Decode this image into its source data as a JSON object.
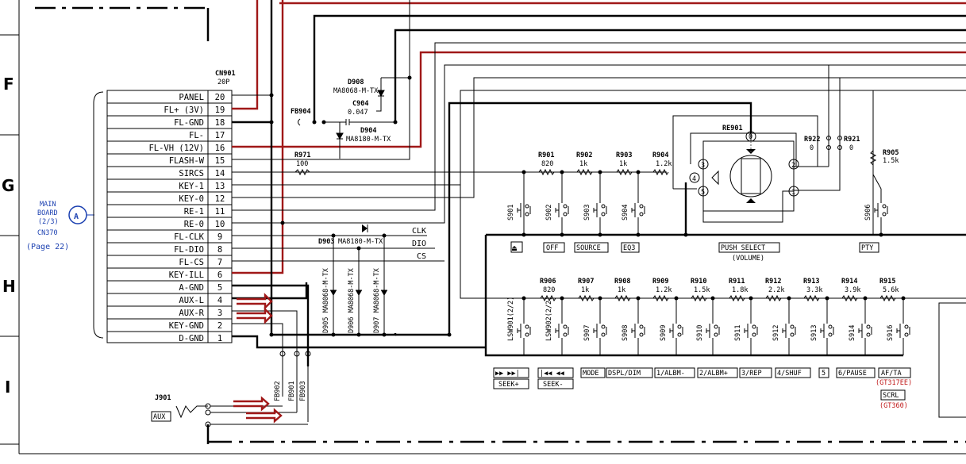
{
  "zones": [
    "F",
    "G",
    "H",
    "I"
  ],
  "connector": {
    "ref": "CN901",
    "type": "20P",
    "pins": [
      {
        "no": "20",
        "name": "PANEL"
      },
      {
        "no": "19",
        "name": "FL+ (3V)"
      },
      {
        "no": "18",
        "name": "FL-GND"
      },
      {
        "no": "17",
        "name": "FL-"
      },
      {
        "no": "16",
        "name": "FL-VH (12V)"
      },
      {
        "no": "15",
        "name": "FLASH-W"
      },
      {
        "no": "14",
        "name": "SIRCS"
      },
      {
        "no": "13",
        "name": "KEY-1"
      },
      {
        "no": "12",
        "name": "KEY-0"
      },
      {
        "no": "11",
        "name": "RE-1"
      },
      {
        "no": "10",
        "name": "RE-0"
      },
      {
        "no": "9",
        "name": "FL-CLK"
      },
      {
        "no": "8",
        "name": "FL-DIO"
      },
      {
        "no": "7",
        "name": "FL-CS"
      },
      {
        "no": "6",
        "name": "KEY-ILL"
      },
      {
        "no": "5",
        "name": "A-GND"
      },
      {
        "no": "4",
        "name": "AUX-L"
      },
      {
        "no": "3",
        "name": "AUX-R"
      },
      {
        "no": "2",
        "name": "KEY-GND"
      },
      {
        "no": "1",
        "name": "D-GND"
      }
    ]
  },
  "main_board": {
    "line1": "MAIN",
    "line2": "BOARD",
    "line3": "(2/3)",
    "line4": "CN370",
    "page": "(Page 22)",
    "marker": "A"
  },
  "parts": {
    "fb904": "FB904",
    "d908": "D908",
    "d908_pn": "MA8068-M-TX",
    "c904": "C904",
    "c904_val": "0.047",
    "d904": "D904",
    "d904_pn": "MA8180-M-TX",
    "r971": "R971",
    "r971_val": "100",
    "d903": "D903",
    "d903_pn": "MA8180-M-TX",
    "clk": "CLK",
    "dio": "DIO",
    "cs": "CS",
    "d905": "D905 MA8068-M-TX",
    "d906": "D906 MA8068-M-TX",
    "d907": "D907 MA8068-M-TX",
    "re901": "RE901",
    "r922": "R922",
    "r922_val": "0",
    "r921": "R921",
    "r921_val": "0",
    "r905": "R905",
    "r905_val": "1.5k",
    "fb902": "FB902",
    "fb901": "FB901",
    "fb903": "FB903",
    "j901": "J901",
    "aux": "AUX",
    "enc_pins": [
      "3",
      "4",
      "5",
      "2",
      "1"
    ],
    "enc_zero": "0"
  },
  "top_resistors": [
    {
      "ref": "R901",
      "val": "820"
    },
    {
      "ref": "R902",
      "val": "1k"
    },
    {
      "ref": "R903",
      "val": "1k"
    },
    {
      "ref": "R904",
      "val": "1.2k"
    }
  ],
  "top_switches": [
    "S901",
    "S902",
    "S903",
    "S904",
    "S906"
  ],
  "top_keys": {
    "eject": "⏏",
    "off": "OFF",
    "source": "SOURCE",
    "eq3": "EQ3",
    "push": "PUSH SELECT",
    "volume": "(VOLUME)",
    "pty": "PTY"
  },
  "bottom_resistors": [
    {
      "ref": "R906",
      "val": "820"
    },
    {
      "ref": "R907",
      "val": "1k"
    },
    {
      "ref": "R908",
      "val": "1k"
    },
    {
      "ref": "R909",
      "val": "1.2k"
    },
    {
      "ref": "R910",
      "val": "1.5k"
    },
    {
      "ref": "R911",
      "val": "1.8k"
    },
    {
      "ref": "R912",
      "val": "2.2k"
    },
    {
      "ref": "R913",
      "val": "3.3k"
    },
    {
      "ref": "R914",
      "val": "3.9k"
    },
    {
      "ref": "R915",
      "val": "5.6k"
    }
  ],
  "bottom_switches": [
    "LSW901(2/2)",
    "LSW902(2/2)",
    "S907",
    "S908",
    "S909",
    "S910",
    "S911",
    "S912",
    "S913",
    "S914",
    "S916"
  ],
  "bottom_keys": {
    "seek_plus_sym": "▶▶ ▶▶|",
    "seek_plus": "SEEK+",
    "seek_minus_sym": "|◀◀ ◀◀",
    "seek_minus": "SEEK-",
    "mode": "MODE",
    "dspl": "DSPL/DIM",
    "k1": "1/ALBM-",
    "k2": "2/ALBM+",
    "k3": "3/REP",
    "k4": "4/SHUF",
    "k5": "5",
    "k6": "6/PAUSE",
    "afta": "AF/TA",
    "gt317": "(GT317EE)",
    "scrl": "SCRL",
    "gt360": "(GT360)"
  },
  "colors": {
    "red_wire": "#a01818",
    "blue_label": "#1a3fb0"
  }
}
